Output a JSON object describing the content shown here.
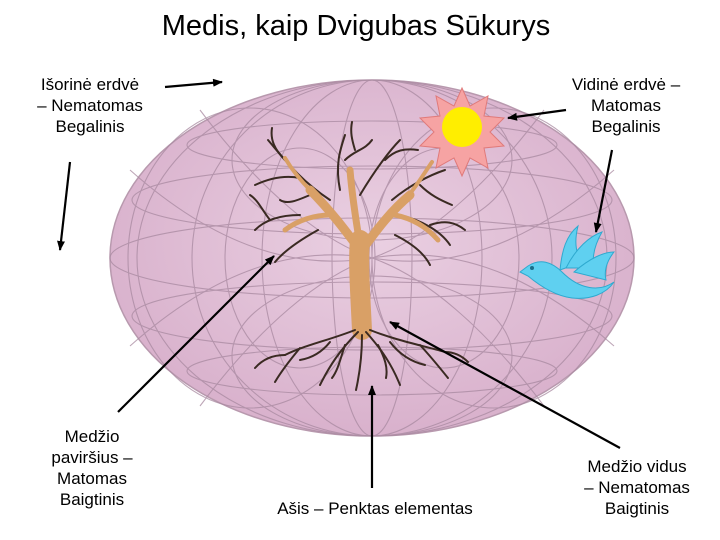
{
  "title": "Medis, kaip Dvigubas Sūkurys",
  "labels": {
    "outer_space": "Išorinė erdvė\n– Nematomas\nBegalinis",
    "inner_space": "Vidinė erdvė –\nMatomas\nBegalinis",
    "tree_surface": "Medžio\npaviršius –\nMatomas\nBaigtinis",
    "axis": "Ašis – Penktas elementas",
    "tree_inside": "Medžio vidus\n– Nematomas\nBaigtinis"
  },
  "colors": {
    "sphere_fill": "#e0bcd6",
    "sphere_lines": "#a889a0",
    "trunk": "#d9a066",
    "branches": "#3a2a22",
    "sun_rays": "#f6a3a3",
    "sun_core": "#ffee00",
    "bird": "#5fd0f0",
    "arrows": "#000000"
  },
  "icons": [
    "tree-icon",
    "sun-icon",
    "bird-icon",
    "torus-sphere"
  ]
}
